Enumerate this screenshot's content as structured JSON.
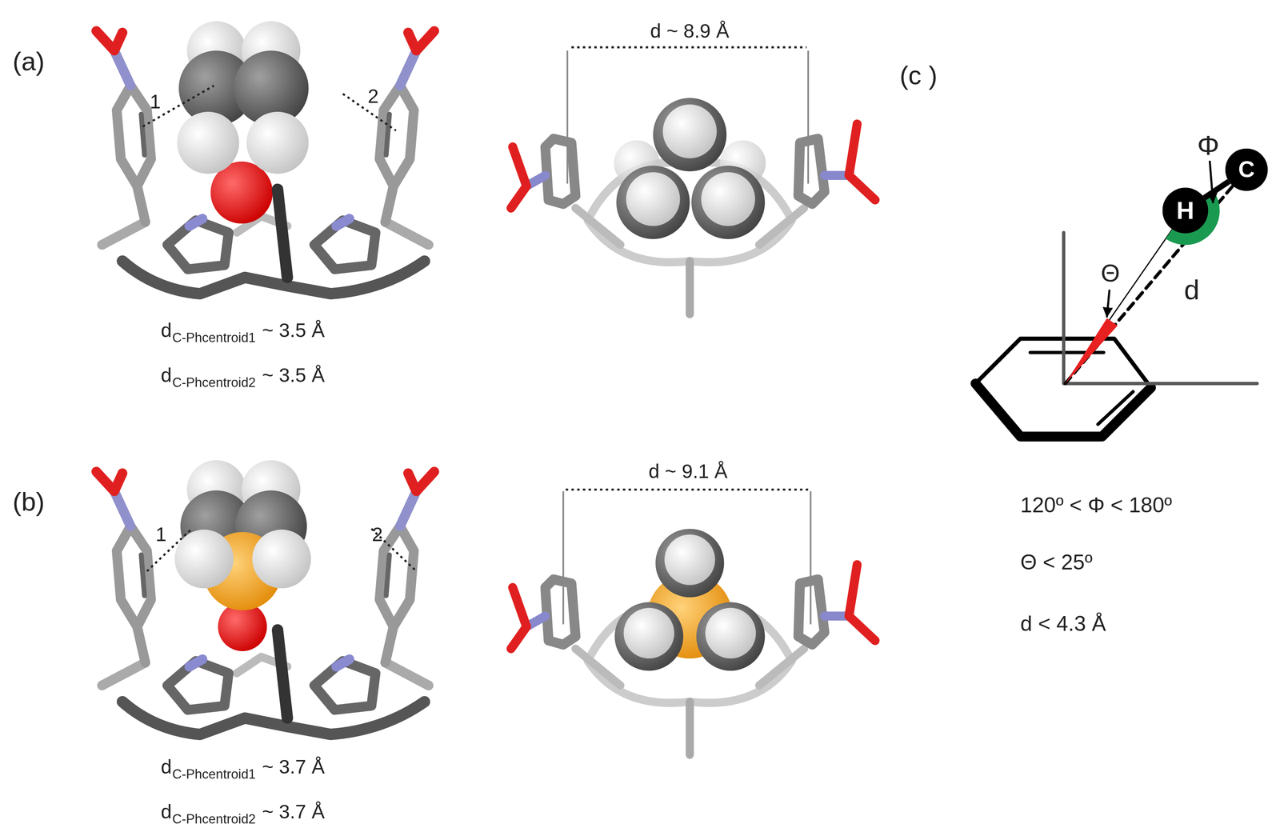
{
  "diagram": {
    "nodes": [
      {
        "text": [
          "H"
        ]
      },
      {
        "text": [
          "C"
        ]
      }
    ],
    "edges": [
      {
        "from": 0,
        "to": 1,
        "arrow": "none"
      }
    ],
    "labels": [
      "(a)",
      "1",
      "2",
      "d",
      "C-Phcentroid1",
      "~ 3.5 Å",
      "d",
      "C-Phcentroid2",
      "~ 3.5 Å",
      "d ~ 8.9 Å",
      "(b)",
      "1",
      "2",
      "d",
      "C-Phcentroid1",
      "~ 3.7 Å",
      "d",
      "C-Phcentroid2",
      "~ 3.7 Å",
      "d ~ 9.1 Å",
      "(c )",
      "Φ",
      "Θ",
      "d",
      "120º < Φ < 180º",
      "Θ < 25º",
      "d < 4.3 Å"
    ]
  }
}
